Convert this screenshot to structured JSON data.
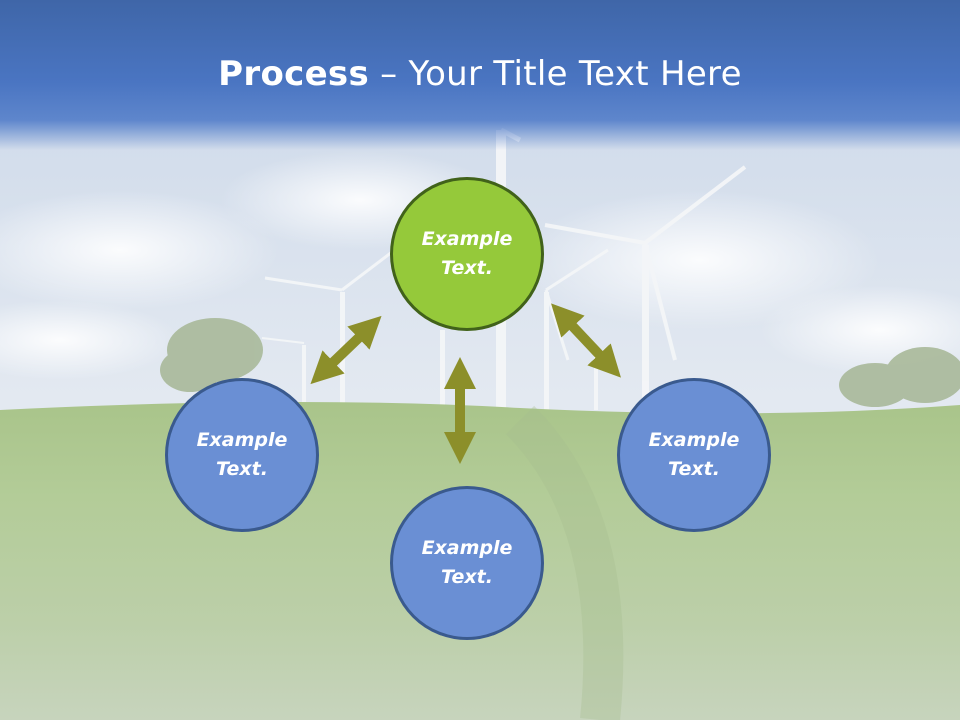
{
  "title": {
    "bold": "Process",
    "dash": " – ",
    "rest": "Your Title Text Here"
  },
  "nodes": {
    "top": {
      "line1": "Example",
      "line2": "Text."
    },
    "left": {
      "line1": "Example",
      "line2": "Text."
    },
    "right": {
      "line1": "Example",
      "line2": "Text."
    },
    "bottom": {
      "line1": "Example",
      "line2": "Text."
    }
  },
  "colors": {
    "title_bar": "#4a75c2",
    "center_node": "#95c93a",
    "outer_node": "#6a8fd4",
    "arrow": "#8c8f2a"
  },
  "background_image": "wind-farm-grass-field"
}
